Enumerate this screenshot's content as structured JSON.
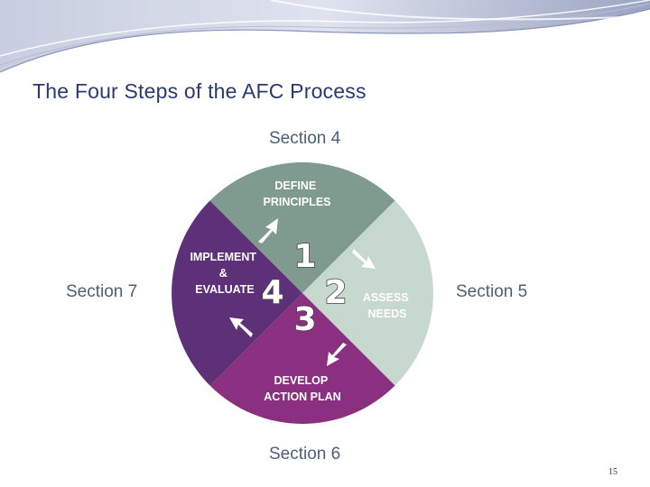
{
  "title": "The Four Steps of the AFC Process",
  "sections": {
    "top": "Section 4",
    "left": "Section 7",
    "right": "Section 5",
    "bottom": "Section 6"
  },
  "steps": [
    {
      "number": "1",
      "lines": [
        "DEFINE",
        "PRINCIPLES"
      ],
      "color": "#7f9a8e"
    },
    {
      "number": "2",
      "lines": [
        "ASSESS",
        "NEEDS"
      ],
      "color": "#c7d8cf"
    },
    {
      "number": "3",
      "lines": [
        "DEVELOP",
        "ACTION PLAN"
      ],
      "color": "#8b2f80"
    },
    {
      "number": "4",
      "lines": [
        "IMPLEMENT",
        "&",
        "EVALUATE"
      ],
      "color": "#5e3077"
    }
  ],
  "page_number": "15"
}
